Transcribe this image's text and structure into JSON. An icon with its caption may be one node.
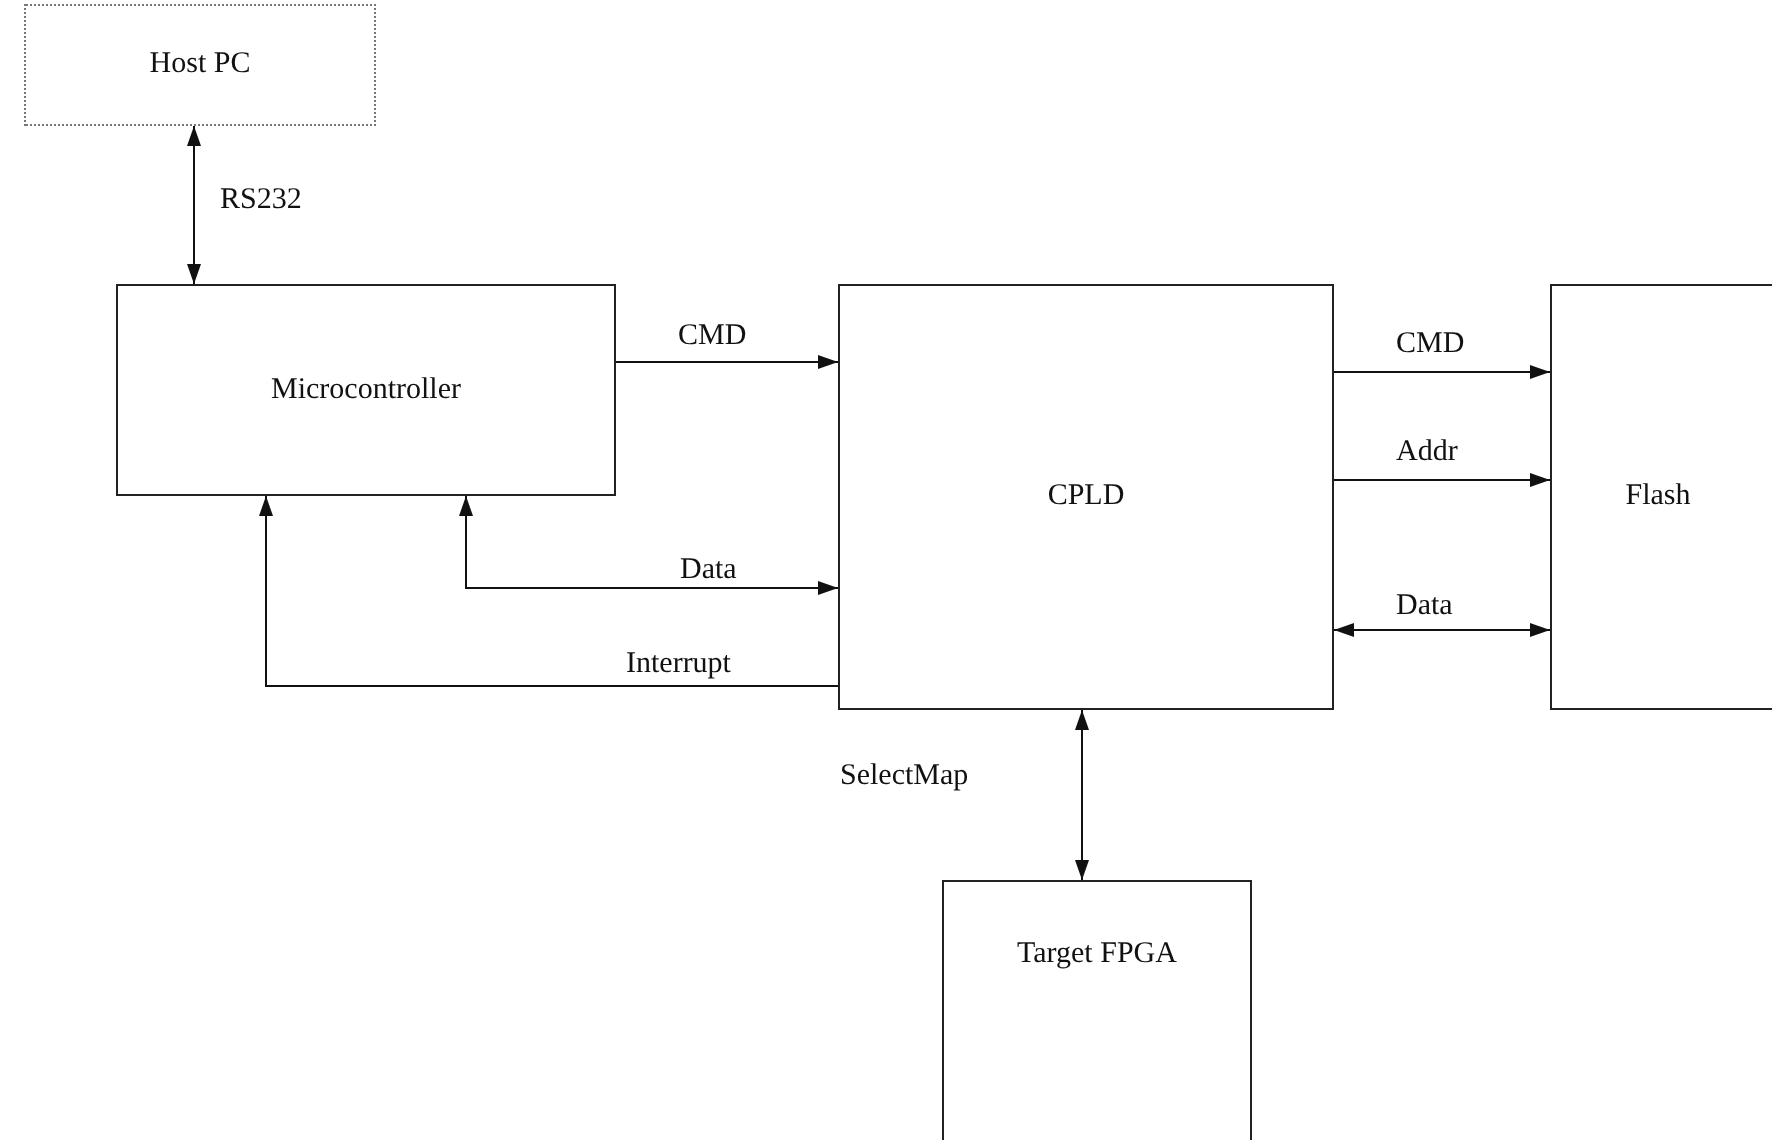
{
  "diagram": {
    "nodes": [
      {
        "text": [
          "Host PC"
        ]
      },
      {
        "text": [
          "Microcontroller"
        ]
      },
      {
        "text": [
          "CPLD"
        ]
      },
      {
        "text": [
          "Flash"
        ]
      },
      {
        "text": [
          "Target FPGA"
        ]
      }
    ],
    "edges": [
      {
        "from": 0,
        "to": 1,
        "arrow": "both",
        "label": "RS232"
      },
      {
        "from": 1,
        "to": 2,
        "arrow": "to",
        "label": "CMD"
      },
      {
        "from": 1,
        "to": 2,
        "arrow": "both",
        "label": "Data"
      },
      {
        "from": 2,
        "to": 1,
        "arrow": "to",
        "label": "Interrupt"
      },
      {
        "from": 2,
        "to": 3,
        "arrow": "to",
        "label": "CMD"
      },
      {
        "from": 2,
        "to": 3,
        "arrow": "to",
        "label": "Addr"
      },
      {
        "from": 2,
        "to": 3,
        "arrow": "both",
        "label": "Data"
      },
      {
        "from": 2,
        "to": 4,
        "arrow": "both",
        "label": "SelectMap"
      }
    ]
  }
}
